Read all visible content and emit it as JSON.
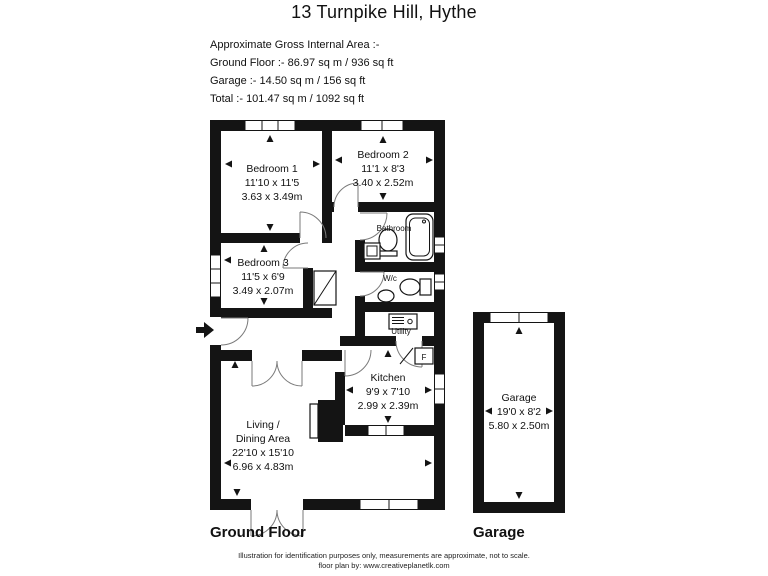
{
  "page": {
    "title": "13 Turnpike Hill, Hythe",
    "area_summary": {
      "heading": "Approximate Gross Internal Area :-",
      "lines": [
        "Ground Floor :- 86.97 sq m / 936 sq ft",
        "Garage :- 14.50 sq m / 156 sq ft",
        "Total :- 101.47 sq m / 1092 sq ft"
      ]
    }
  },
  "floor_plan": {
    "ground_floor_label": "Ground Floor",
    "garage_floor_label": "Garage",
    "fridge_label": "F",
    "rooms": {
      "bedroom1": {
        "name": "Bedroom 1",
        "imperial": "11'10 x 11'5",
        "metric": "3.63 x 3.49m"
      },
      "bedroom2": {
        "name": "Bedroom 2",
        "imperial": "11'1 x 8'3",
        "metric": "3.40 x 2.52m"
      },
      "bedroom3": {
        "name": "Bedroom 3",
        "imperial": "11'5 x 6'9",
        "metric": "3.49 x 2.07m"
      },
      "bathroom": {
        "name": "Bathroom"
      },
      "wc": {
        "name": "W/c"
      },
      "utility": {
        "name": "Utility"
      },
      "kitchen": {
        "name": "Kitchen",
        "imperial": "9'9 x 7'10",
        "metric": "2.99 x 2.39m"
      },
      "living": {
        "name_line1": "Living /",
        "name_line2": "Dining Area",
        "imperial": "22'10 x 15'10",
        "metric": "6.96 x 4.83m"
      },
      "garage": {
        "name": "Garage",
        "imperial": "19'0 x 8'2",
        "metric": "5.80 x 2.50m"
      }
    }
  },
  "footer": {
    "line1": "Illustration for identification purposes only, measurements are approximate, not to scale.",
    "line2": "floor plan by: www.creativeplanetlk.com"
  }
}
